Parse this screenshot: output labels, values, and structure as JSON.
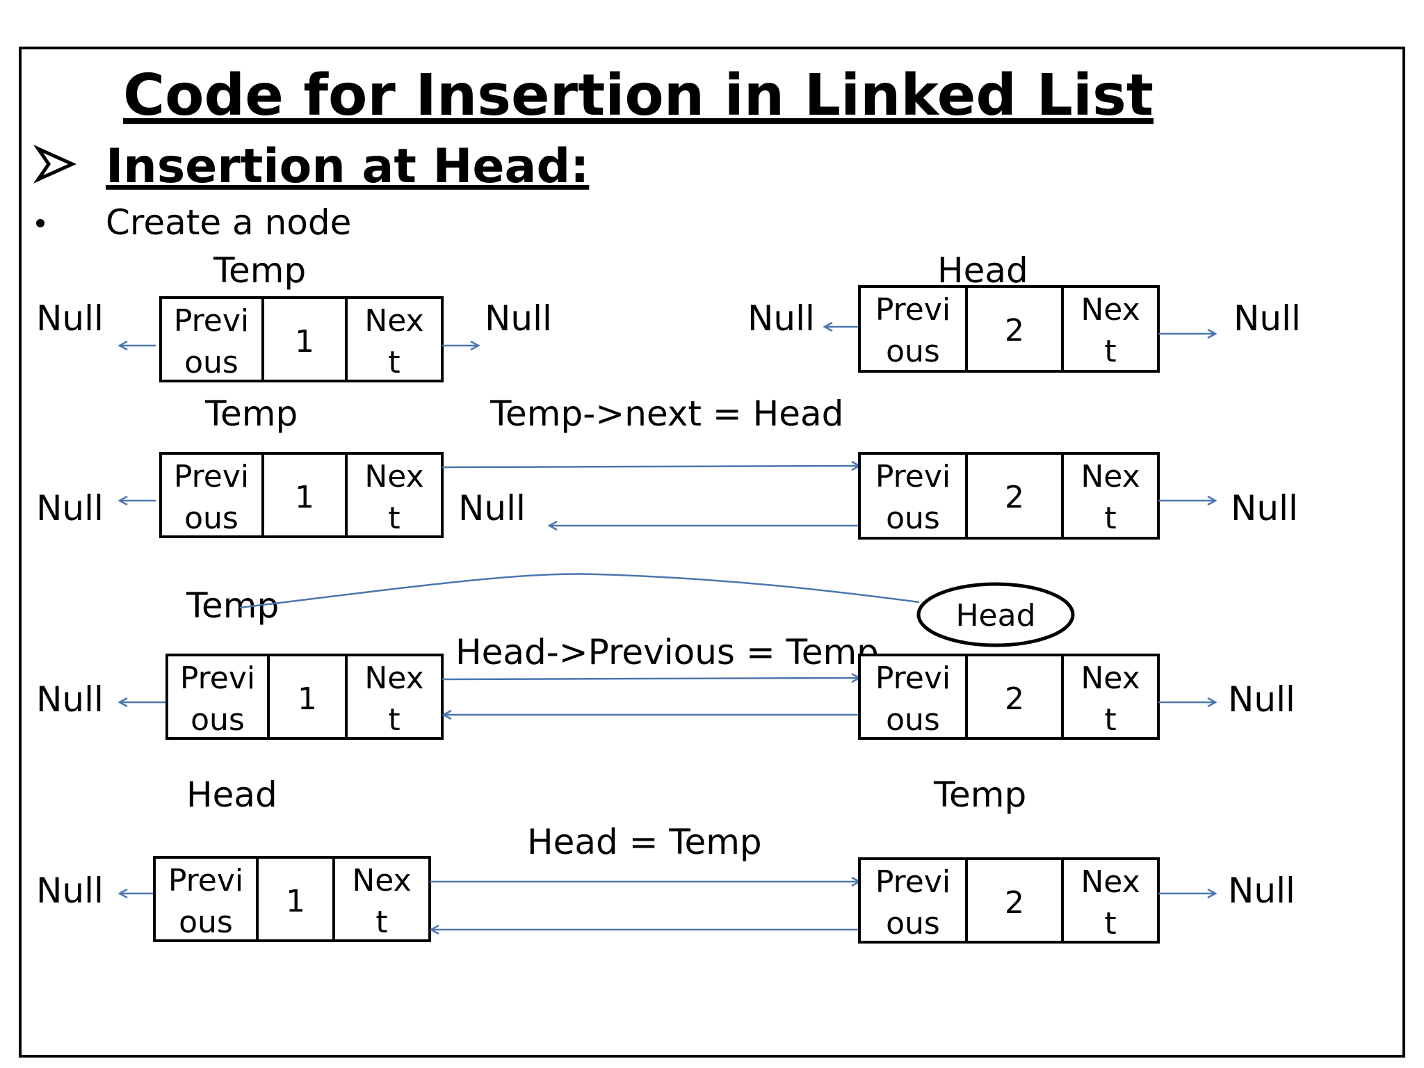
{
  "title": "Code for Insertion in Linked List",
  "heading": "Insertion at Head:",
  "bullet": "Create a node",
  "null_label": "Null",
  "node_cells": {
    "prev_top": "Previ",
    "prev_bottom": "ous",
    "next_top": "Nex",
    "next_bottom": "t"
  },
  "node_values": {
    "first": "1",
    "second": "2"
  },
  "labels": {
    "temp": "Temp",
    "head": "Head",
    "step_next": "Temp->next = Head",
    "step_prev": "Head->Previous = Temp",
    "step_head": "Head = Temp"
  },
  "colors": {
    "arrow": "#4a76b0",
    "border": "#000000",
    "text": "#000000"
  }
}
